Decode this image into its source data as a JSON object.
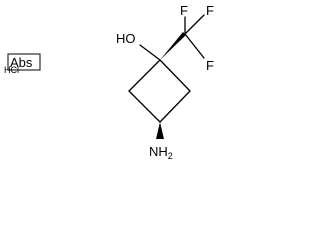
{
  "structure": {
    "abs_label": "Abs",
    "salt_label": "HCl",
    "atoms": {
      "hydroxyl": "HO",
      "fluorine_top": "F",
      "fluorine_right_top": "F",
      "fluorine_right_bottom": "F",
      "amine_main": "NH",
      "amine_subscript": "2"
    },
    "colors": {
      "ink": "#000000",
      "background": "#ffffff"
    }
  }
}
